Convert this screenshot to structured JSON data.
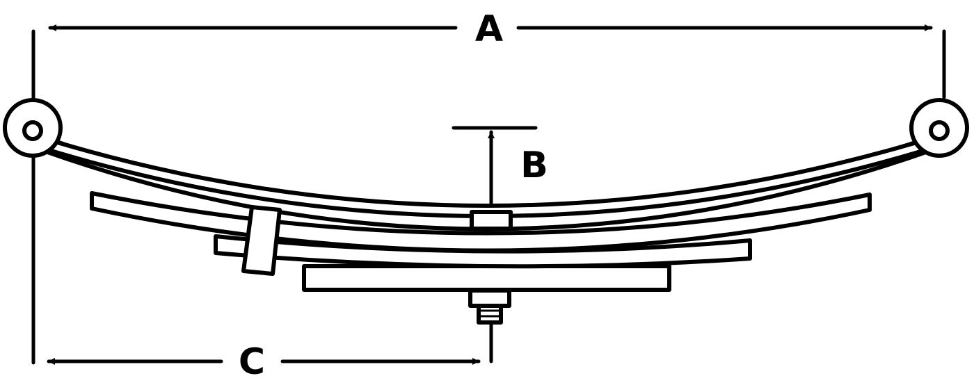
{
  "labels": {
    "a": "A",
    "b": "B",
    "c": "C"
  },
  "colors": {
    "line": "#000000",
    "fill": "#ffffff"
  }
}
